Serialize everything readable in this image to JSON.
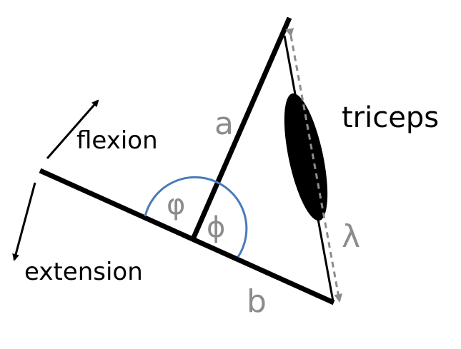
{
  "labels": {
    "flexion": "flexion",
    "extension": "extension",
    "triceps": "triceps",
    "a": "a",
    "b": "b",
    "phi_left": "φ",
    "phi_right": "ϕ",
    "lambda": "λ"
  },
  "colors": {
    "bone": "#000000",
    "muscle": "#000000",
    "angle_arc": "#4a7ab8",
    "label_gray": "#8c8c8c",
    "lambda_arrow": "#8c8c8c"
  }
}
